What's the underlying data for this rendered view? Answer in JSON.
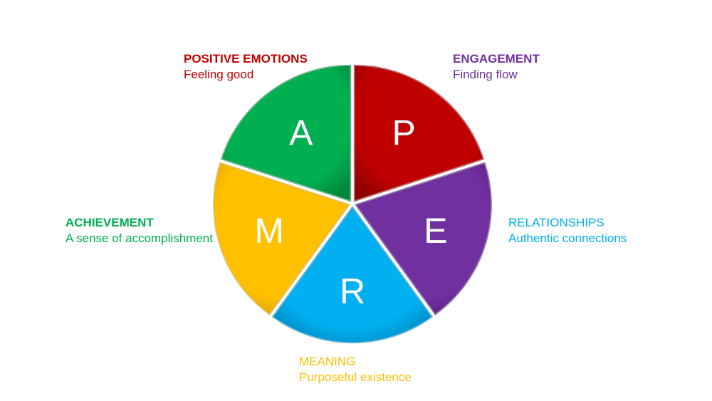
{
  "model": {
    "segments": [
      {
        "key": "positive-emotions",
        "letter": "P",
        "title": "POSITIVE EMOTIONS",
        "description": "Feeling good",
        "color": "#C00000",
        "shade": "#8E0000",
        "title_bold": true
      },
      {
        "key": "engagement",
        "letter": "E",
        "title": "ENGAGEMENT",
        "description": "Finding flow",
        "color": "#7030A0",
        "shade": "#4F1E76",
        "title_bold": true
      },
      {
        "key": "relationships",
        "letter": "R",
        "title": "RELATIONSHIPS",
        "description": "Authentic connections",
        "color": "#00B0F0",
        "shade": "#0086BC",
        "title_bold": false
      },
      {
        "key": "meaning",
        "letter": "M",
        "title": "MEANING",
        "description": "Purposeful existence",
        "color": "#FFC000",
        "shade": "#D69B00",
        "title_bold": false
      },
      {
        "key": "achievement",
        "letter": "A",
        "title": "ACHIEVEMENT",
        "description": "A sense of accomplishment",
        "color": "#00B050",
        "shade": "#00843A",
        "title_bold": true
      }
    ]
  }
}
